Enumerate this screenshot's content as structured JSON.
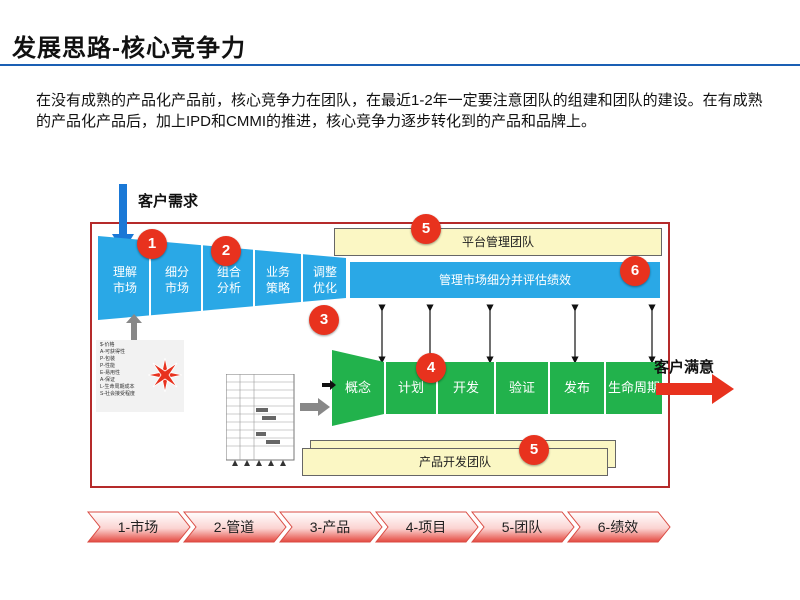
{
  "title": "发展思路-核心竞争力",
  "intro": "在没有成熟的产品化产品前，核心竞争力在团队，在最近1-2年一定要注意团队的组建和团队的建设。在有成熟的产品化产品后，加上IPD和CMMI的推进，核心竞争力逐步转化到的产品和品牌上。",
  "diagram": {
    "customer_demand": "客户需求",
    "customer_satisfied": "客户满意",
    "funnel_stages": [
      "理解\n市场",
      "细分\n市场",
      "组合\n分析",
      "业务\n策略",
      "调整\n优化"
    ],
    "platform_team": "平台管理团队",
    "market_bar": "管理市场细分并评估绩效",
    "product_stages": [
      "概念",
      "计划",
      "开发",
      "验证",
      "发布",
      "生命周期"
    ],
    "product_team": "产品开发团队",
    "badges": [
      "1",
      "2",
      "3",
      "4",
      "5",
      "6",
      "5"
    ],
    "legend_items": [
      "$-价格",
      "A-可获得性",
      "P-包装",
      "P-性能",
      "E-易用性",
      "A-保证",
      "L-生命周期成本",
      "S-社会接受程度"
    ]
  },
  "steps": [
    "1-市场",
    "2-管道",
    "3-产品",
    "4-项目",
    "5-团队",
    "6-绩效"
  ],
  "colors": {
    "accent": "#1a5fb4",
    "funnel": "#2aa8e6",
    "product": "#22b24c",
    "badge": "#e8321e",
    "frame": "#b52a2a",
    "arrow": "#e8321e"
  }
}
